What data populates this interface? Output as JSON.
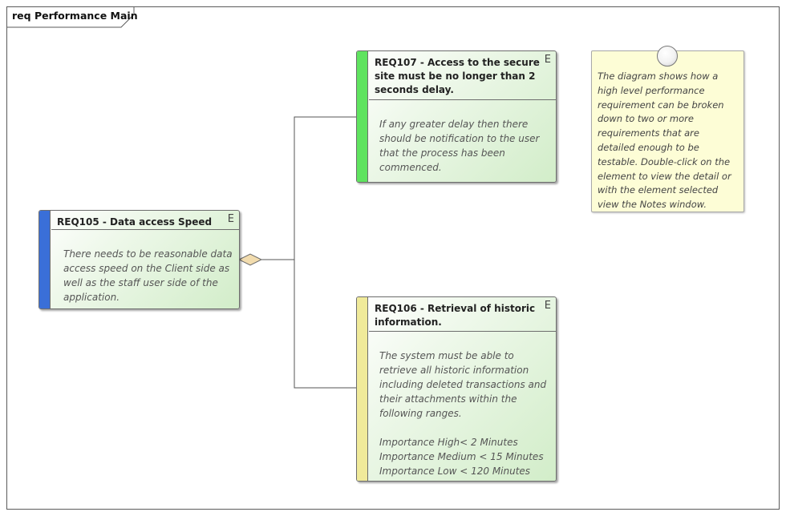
{
  "frame": {
    "title": "req Performance Main"
  },
  "requirements": {
    "req105": {
      "title": "REQ105 -  Data access Speed",
      "notes": "There needs to be reasonable data access speed on the Client side as well as the staff user side of the application.",
      "bar_color": "#3a6fd8"
    },
    "req107": {
      "title": "REQ107 - Access to the secure site must be no longer than 2 seconds delay.",
      "notes": "If any greater delay then there should be notification to the user that the process has been commenced.",
      "bar_color": "#5fe35f"
    },
    "req106": {
      "title": "REQ106 - Retrieval of historic information.",
      "notes": "The system must be able to retrieve all historic information including deleted transactions and their attachments within the following ranges.\n\nImportance High< 2 Minutes\nImportance Medium < 15 Minutes\nImportance Low < 120 Minutes",
      "bar_color": "#f0ea9a"
    },
    "element_icon": "E"
  },
  "note": {
    "text": "The diagram shows how a high level performance requirement can be broken down to two or more requirements that are detailed enough to be testable. Double-click on the element to view the detail or with the element selected view the Notes window."
  },
  "colors": {
    "frame_border": "#5a5a5a",
    "connector": "#555555",
    "aggregation_diamond": "#f2dcae",
    "note_fill": "#fdfdd6"
  }
}
